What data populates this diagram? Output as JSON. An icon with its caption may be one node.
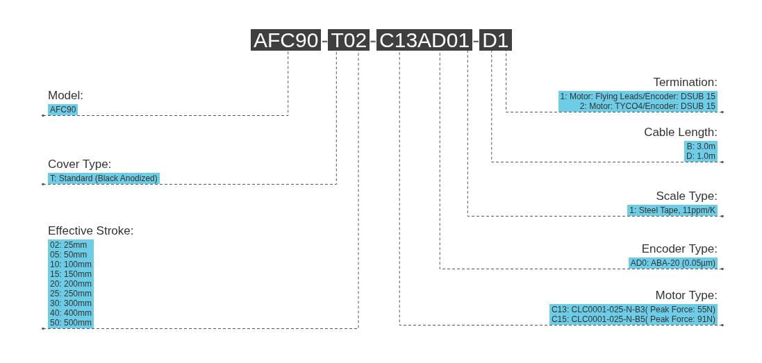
{
  "diagram": {
    "nodes": [
      {
        "text": [
          "AFC90"
        ]
      },
      {
        "text": [
          "T02"
        ]
      },
      {
        "text": [
          "C13AD01"
        ]
      },
      {
        "text": [
          "D1"
        ]
      },
      {
        "text": [
          "Model:",
          "AFC90"
        ]
      },
      {
        "text": [
          "Cover Type:",
          "T: Standard (Black Anodized)"
        ]
      },
      {
        "text": [
          "Effective Stroke:",
          "02: 25mm",
          "05: 50mm",
          "10: 100mm",
          "15: 150mm",
          "20: 200mm",
          "25: 250mm",
          "30: 300mm",
          "40: 400mm",
          "50: 500mm"
        ]
      },
      {
        "text": [
          "Termination:",
          "1: Motor: Flying Leads/Encoder: DSUB 15",
          "2: Motor: TYCO4/Encoder: DSUB 15"
        ]
      },
      {
        "text": [
          "Cable Length:",
          "B: 3.0m",
          "D: 1.0m"
        ]
      },
      {
        "text": [
          "Scale Type:",
          "1: Steel Tape, 11ppm/K"
        ]
      },
      {
        "text": [
          "Encoder Type:",
          "AD0: ABA-20 (0.05µm)"
        ]
      },
      {
        "text": [
          "Motor Type:",
          "C13: CLC0001-025-N-B3( Peak Force: 55N)",
          "C15: CLC0001-025-N-B5( Peak Force: 91N)"
        ]
      }
    ],
    "edges": [
      {
        "from": 4,
        "to": 0,
        "arrow": "other",
        "style": "dashed"
      },
      {
        "from": 5,
        "to": 1,
        "arrow": "other",
        "style": "dashed"
      },
      {
        "from": 6,
        "to": 1,
        "arrow": "other",
        "style": "dashed"
      },
      {
        "from": 7,
        "to": 3,
        "arrow": "other",
        "style": "dashed"
      },
      {
        "from": 8,
        "to": 3,
        "arrow": "other",
        "style": "dashed"
      },
      {
        "from": 9,
        "to": 2,
        "arrow": "other",
        "style": "dashed"
      },
      {
        "from": 10,
        "to": 2,
        "arrow": "other",
        "style": "dashed"
      },
      {
        "from": 11,
        "to": 2,
        "arrow": "other",
        "style": "dashed"
      }
    ],
    "labels": [
      "-",
      "-",
      "-"
    ]
  }
}
